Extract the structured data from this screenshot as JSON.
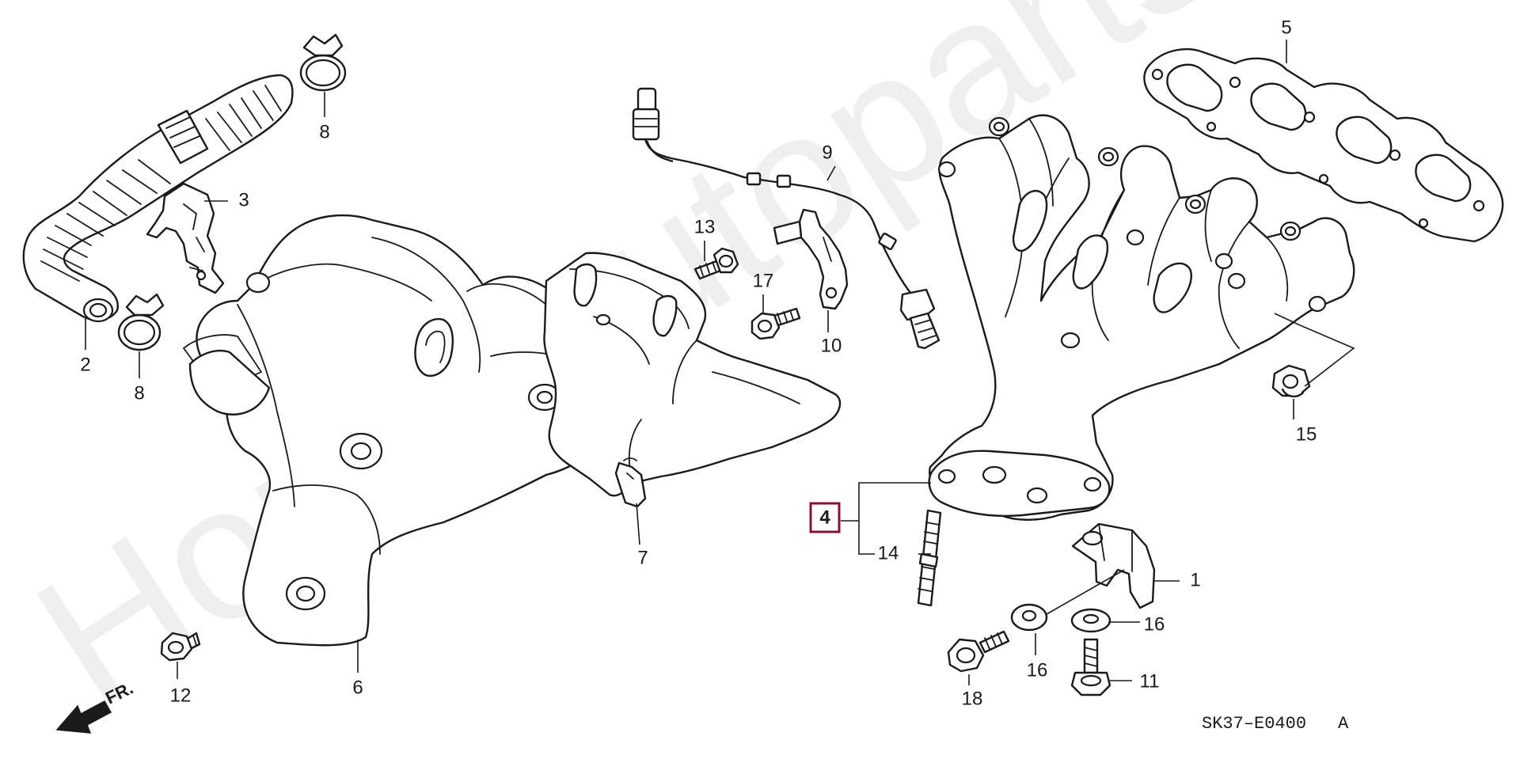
{
  "callouts": {
    "c1": "1",
    "c2": "2",
    "c3": "3",
    "c4": "4",
    "c5": "5",
    "c6": "6",
    "c7": "7",
    "c8a": "8",
    "c8b": "8",
    "c9": "9",
    "c10": "10",
    "c11": "11",
    "c12": "12",
    "c13": "13",
    "c14": "14",
    "c15": "15",
    "c16a": "16",
    "c16b": "16",
    "c17": "17",
    "c18": "18"
  },
  "diagram_code": "SK37–E0400",
  "diagram_rev": "A",
  "direction_label": "FR.",
  "watermark": "Hondaautoparts.ru",
  "colors": {
    "line": "#1a1a1a",
    "selected_box": "#8a1030",
    "background": "#ffffff"
  }
}
